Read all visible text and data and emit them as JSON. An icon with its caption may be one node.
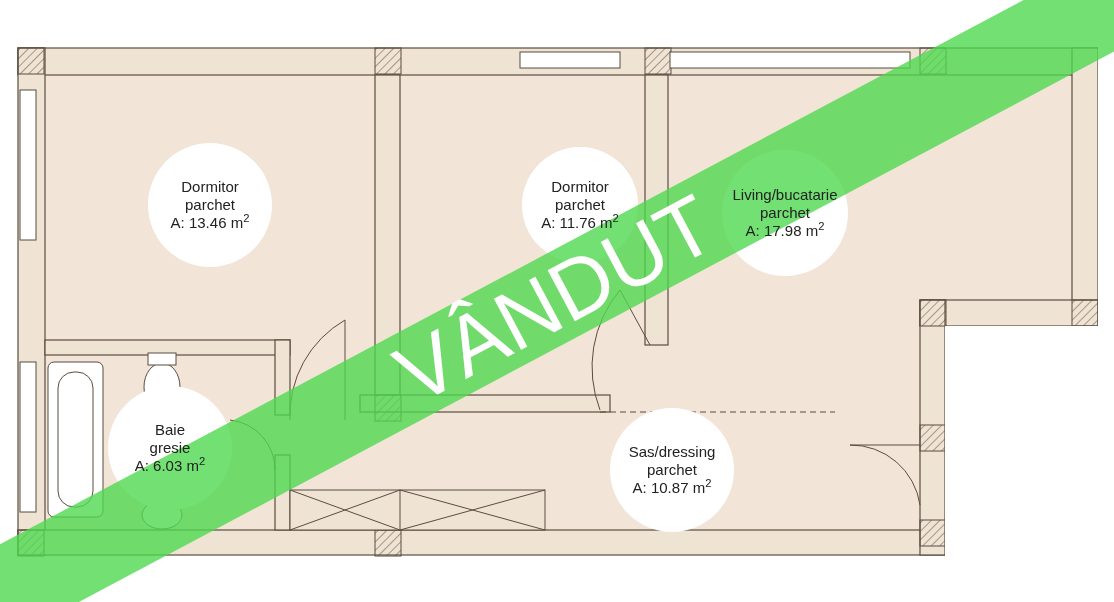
{
  "diagram": {
    "nodes": [
      {
        "text": [
          "Dormitor",
          "parchet",
          "A: 13.46 m$^{2}$"
        ]
      },
      {
        "text": [
          "Dormitor",
          "parchet",
          "A: 11.76 m$^{2}$"
        ]
      },
      {
        "text": [
          "Living/bucatarie",
          "parchet",
          "A: 17.98 m$^{2}$"
        ]
      },
      {
        "text": [
          "Baie",
          "gresie",
          "A: 6.03 m$^{2}$"
        ]
      },
      {
        "text": [
          "Sas/dressing",
          "parchet",
          "A: 10.87 m$^{2}$"
        ]
      }
    ],
    "labels": [
      "VÂNDUT"
    ]
  }
}
